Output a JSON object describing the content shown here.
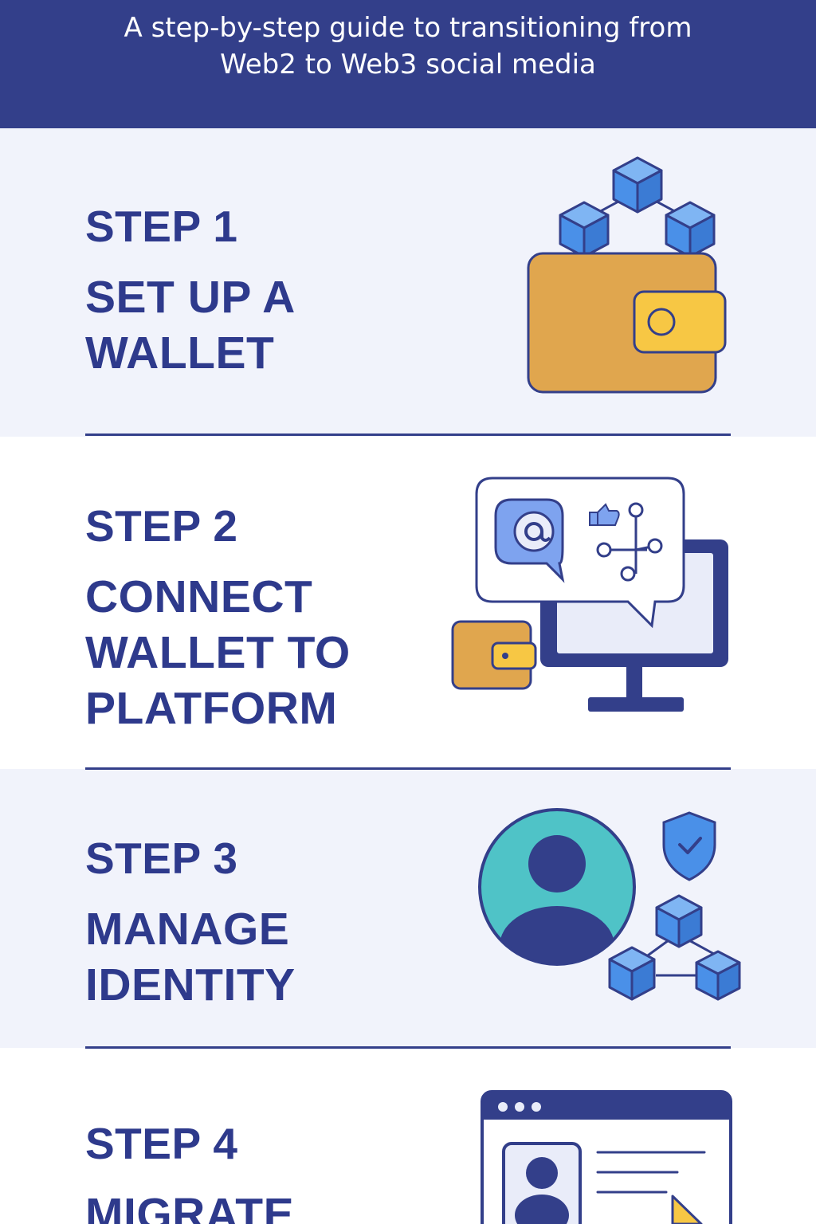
{
  "header": {
    "title_line1": "A step-by-step guide to transitioning from",
    "title_line2": "Web2 to Web3 social media"
  },
  "steps": [
    {
      "number": "STEP 1",
      "title": "SET UP A\nWALLET"
    },
    {
      "number": "STEP 2",
      "title": "CONNECT\nWALLET TO\nPLATFORM"
    },
    {
      "number": "STEP 3",
      "title": "MANAGE\nIDENTITY"
    },
    {
      "number": "STEP 4",
      "title": "MIGRATE"
    }
  ],
  "colors": {
    "navy": "#333f8a",
    "block_blue": "#4a90e8",
    "wallet_orange": "#e0a64e",
    "coin_yellow": "#f7c744",
    "teal": "#4fc3c7",
    "light_panel": "#e9ecf9"
  }
}
